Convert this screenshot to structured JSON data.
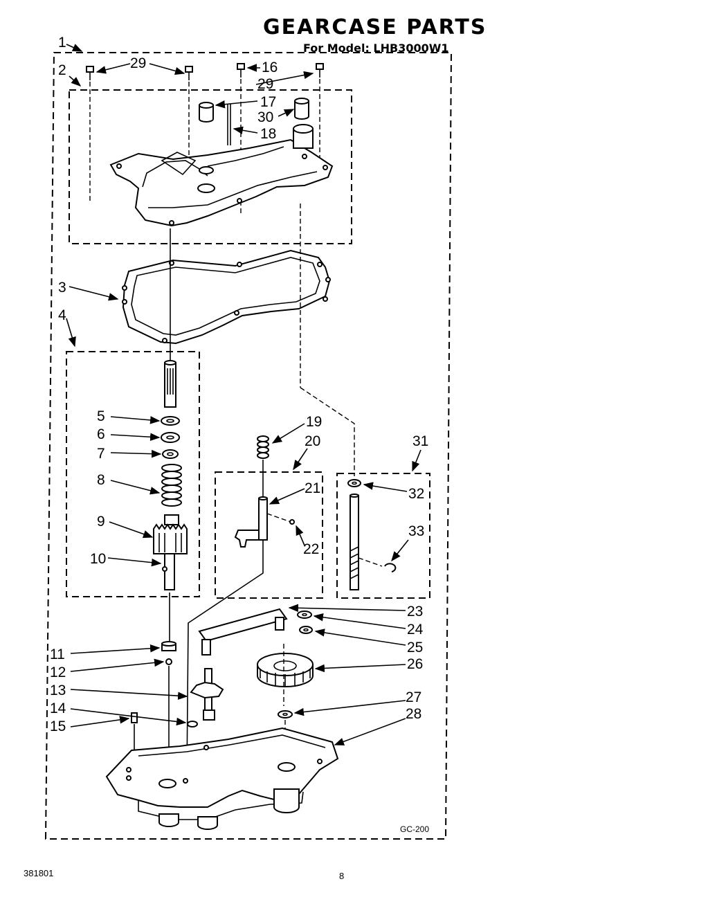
{
  "header": {
    "title": "GEARCASE PARTS",
    "subtitle": "For Model: LHB3000W1"
  },
  "labels": {
    "p1": "1",
    "p2": "2",
    "p3": "3",
    "p4": "4",
    "p5": "5",
    "p6": "6",
    "p7": "7",
    "p8": "8",
    "p9": "9",
    "p10": "10",
    "p11": "11",
    "p12": "12",
    "p13": "13",
    "p14": "14",
    "p15": "15",
    "p16": "16",
    "p17": "17",
    "p18": "18",
    "p19": "19",
    "p20": "20",
    "p21": "21",
    "p22": "22",
    "p23": "23",
    "p24": "24",
    "p25": "25",
    "p26": "26",
    "p27": "27",
    "p28": "28",
    "p29a": "29",
    "p29b": "29",
    "p30": "30",
    "p31": "31",
    "p32": "32",
    "p33": "33"
  },
  "diagram_code": "GC-200",
  "footer": {
    "doc_number": "381801",
    "page_number": "8"
  }
}
